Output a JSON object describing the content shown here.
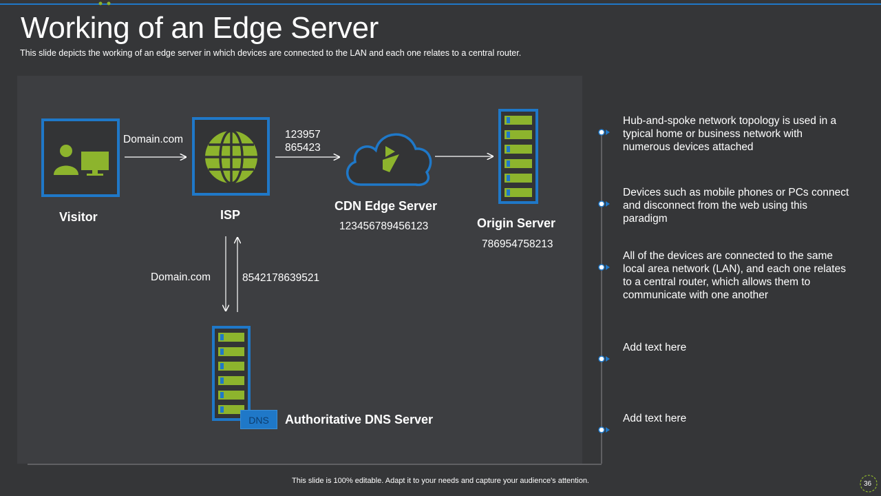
{
  "slide": {
    "title": "Working of an Edge Server",
    "subtitle": "This slide depicts the working of an edge server in which devices are connected to the LAN and each one relates to a central router.",
    "footer": "This slide is 100% editable. Adapt it to your needs and capture your audience's attention.",
    "page_number": "36"
  },
  "diagram": {
    "visitor_label": "Visitor",
    "isp_label": "ISP",
    "cdn_label": "CDN Edge Server",
    "cdn_number": "123456789456123",
    "origin_label": "Origin Server",
    "origin_number": "786954758213",
    "dns_label": "Authoritative DNS Server",
    "dns_badge": "DNS",
    "edge_visitor_isp": "Domain.com",
    "edge_isp_cdn_line1": "123957",
    "edge_isp_cdn_line2": "865423",
    "edge_isp_dns_down": "Domain.com",
    "edge_dns_isp_up": "8542178639521"
  },
  "bullets": [
    "Hub-and-spoke network topology is used in a typical home or business network with numerous devices attached",
    "Devices such as mobile phones or PCs connect and disconnect from the web using this paradigm",
    "All of the devices are connected to the same local area network (LAN), and each one relates to a central router, which allows them to communicate with one another",
    "Add text here",
    "Add text here"
  ],
  "colors": {
    "accent_blue": "#1f78c8",
    "accent_green": "#8db42d",
    "background": "#353638"
  }
}
